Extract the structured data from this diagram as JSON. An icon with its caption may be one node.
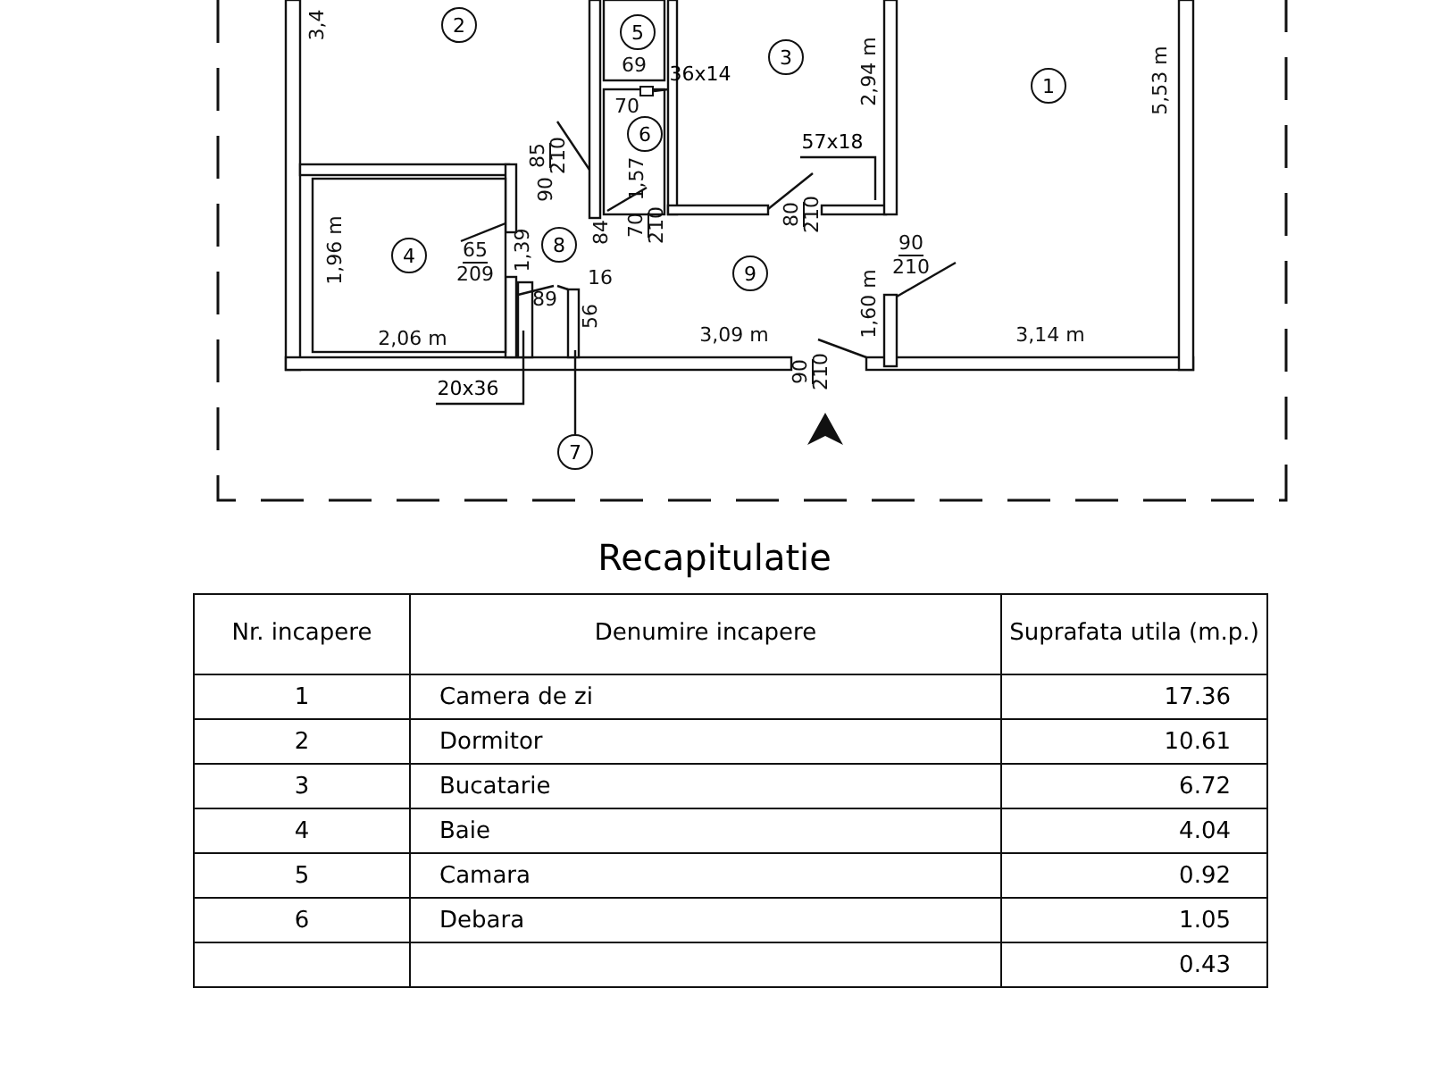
{
  "diagram": {
    "title": "Recapitulatie",
    "nodes": [
      {
        "text": [
          "2"
        ]
      },
      {
        "text": [
          "5"
        ]
      },
      {
        "text": [
          "3"
        ]
      },
      {
        "text": [
          "1"
        ]
      },
      {
        "text": [
          "36x14"
        ]
      },
      {
        "text": [
          "6"
        ]
      },
      {
        "text": [
          "57x18"
        ]
      },
      {
        "text": [
          "4"
        ]
      },
      {
        "text": [
          "8"
        ]
      },
      {
        "text": [
          "9"
        ]
      },
      {
        "text": [
          "20x36"
        ]
      },
      {
        "text": [
          "7"
        ]
      },
      {
        "text": [],
        "shape": "box"
      }
    ],
    "edges": [
      {
        "from": 4,
        "to": 12,
        "arrow": "none"
      },
      {
        "from": 6,
        "to": null,
        "arrow": "none"
      },
      {
        "from": 10,
        "to": null,
        "arrow": "none"
      },
      {
        "from": 11,
        "to": null,
        "arrow": "none"
      }
    ],
    "labels": [
      "3,4",
      "69",
      "2,94 m",
      "5,53 m",
      "70",
      "85",
      "210",
      "90",
      "1,57",
      "70",
      "210",
      "80",
      "210",
      "1,96 m",
      "65",
      "209",
      "1,39",
      "84",
      "90",
      "210",
      "16",
      "89",
      "56",
      "1,60 m",
      "2,06 m",
      "3,09 m",
      "3,14 m",
      "90",
      "210",
      "Nr. incapere",
      "Denumire incapere",
      "Suprafata utila (m.p.)",
      "1",
      "Camera de zi",
      "17.36",
      "2",
      "Dormitor",
      "10.61",
      "3",
      "Bucatarie",
      "6.72",
      "4",
      "Baie",
      "4.04",
      "5",
      "Camara",
      "0.92",
      "6",
      "Debara",
      "1.05",
      "0.43"
    ]
  }
}
